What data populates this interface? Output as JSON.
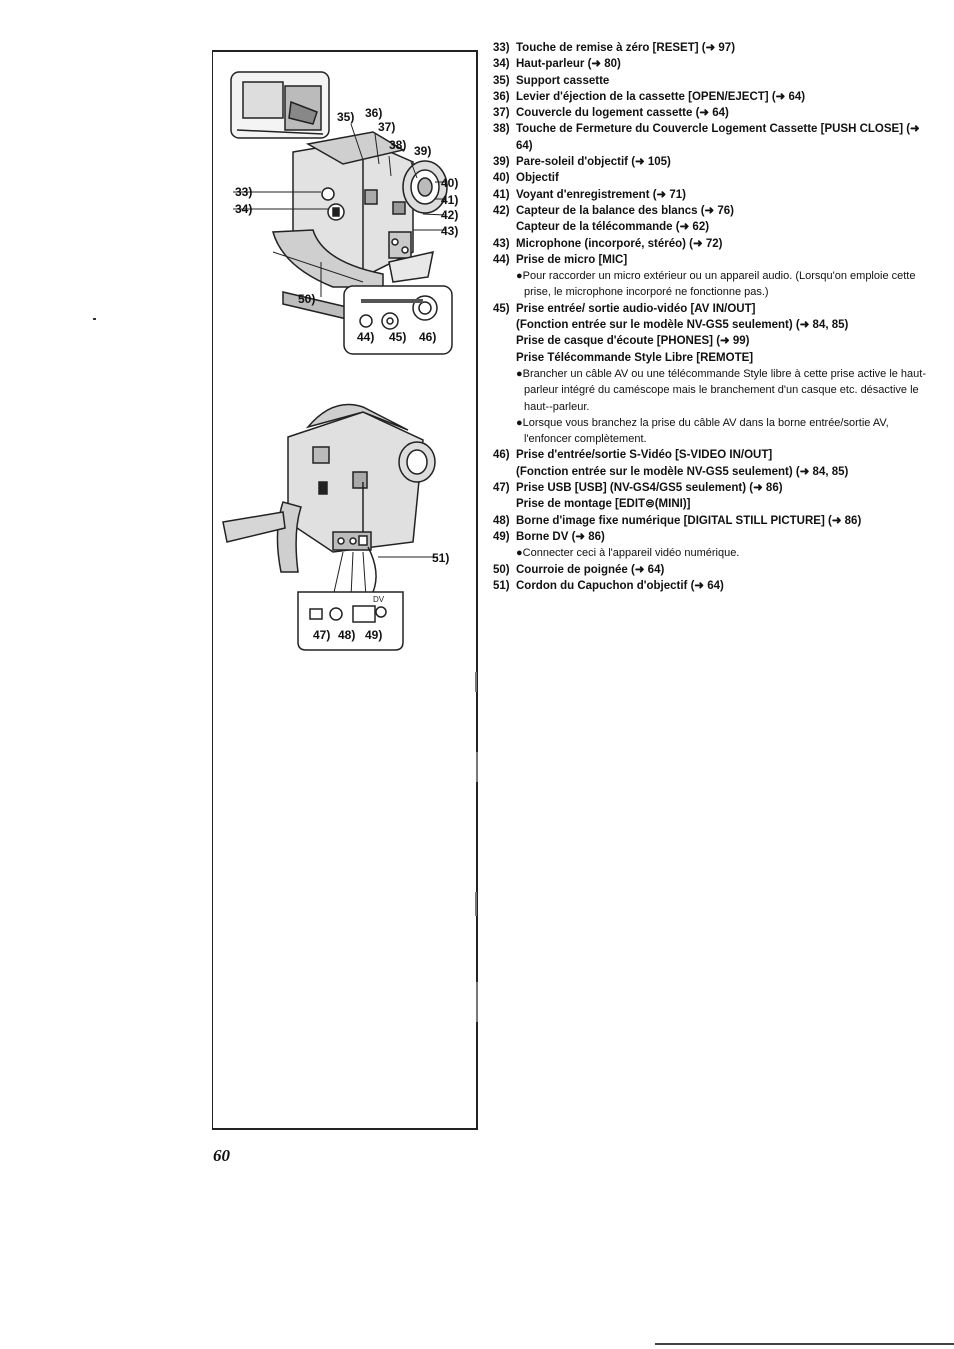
{
  "page_number": "60",
  "figure": {
    "callouts": [
      {
        "id": "c35",
        "label": "35)"
      },
      {
        "id": "c36",
        "label": "36)"
      },
      {
        "id": "c37",
        "label": "37)"
      },
      {
        "id": "c38",
        "label": "38)"
      },
      {
        "id": "c39",
        "label": "39)"
      },
      {
        "id": "c40",
        "label": "40)"
      },
      {
        "id": "c41",
        "label": "41)"
      },
      {
        "id": "c42",
        "label": "42)"
      },
      {
        "id": "c43",
        "label": "43)"
      },
      {
        "id": "c33",
        "label": "33)"
      },
      {
        "id": "c34",
        "label": "34)"
      },
      {
        "id": "c50",
        "label": "50)"
      },
      {
        "id": "c44",
        "label": "44)"
      },
      {
        "id": "c45",
        "label": "45)"
      },
      {
        "id": "c46",
        "label": "46)"
      },
      {
        "id": "c51",
        "label": "51)"
      },
      {
        "id": "c47",
        "label": "47)"
      },
      {
        "id": "c48",
        "label": "48)"
      },
      {
        "id": "c49",
        "label": "49)"
      }
    ],
    "jack_label_dv": "DV"
  },
  "items": [
    {
      "num": "33)",
      "lines": [
        "Touche de remise à zéro [RESET] (➜ 97)"
      ]
    },
    {
      "num": "34)",
      "lines": [
        "Haut-parleur (➜ 80)"
      ]
    },
    {
      "num": "35)",
      "lines": [
        "Support cassette"
      ]
    },
    {
      "num": "36)",
      "lines": [
        "Levier d'éjection de la cassette [OPEN/EJECT] (➜ 64)"
      ]
    },
    {
      "num": "37)",
      "lines": [
        "Couvercle du logement cassette (➜ 64)"
      ]
    },
    {
      "num": "38)",
      "lines": [
        "Touche de Fermeture du Couvercle Logement Cassette [PUSH CLOSE] (➜ 64)"
      ]
    },
    {
      "num": "39)",
      "lines": [
        "Pare-soleil d'objectif (➜ 105)"
      ]
    },
    {
      "num": "40)",
      "lines": [
        "Objectif"
      ]
    },
    {
      "num": "41)",
      "lines": [
        "Voyant d'enregistrement (➜ 71)"
      ]
    },
    {
      "num": "42)",
      "lines": [
        "Capteur de la balance des blancs (➜ 76)",
        "Capteur de la télécommande (➜ 62)"
      ]
    },
    {
      "num": "43)",
      "lines": [
        "Microphone (incorporé, stéréo) (➜ 72)"
      ]
    },
    {
      "num": "44)",
      "lines": [
        "Prise de micro [MIC]"
      ],
      "bullets": [
        "●Pour raccorder un micro extérieur ou un appareil audio. (Lorsqu'on emploie cette prise, le microphone incorporé ne fonctionne pas.)"
      ]
    },
    {
      "num": "45)",
      "lines": [
        "Prise entrée/ sortie audio-vidéo [AV IN/OUT]",
        "(Fonction entrée sur le modèle NV-GS5 seulement) (➜ 84, 85)",
        "Prise de casque d'écoute [PHONES] (➜ 99)",
        "Prise Télécommande Style Libre [REMOTE]"
      ],
      "bullets": [
        "●Brancher un câble AV ou une télécommande Style libre à cette prise active le haut-parleur intégré du caméscope mais le branchement d'un casque etc. désactive le haut--parleur.",
        "●Lorsque vous branchez la prise du câble AV dans la borne entrée/sortie AV, l'enfoncer complètement."
      ]
    },
    {
      "num": "46)",
      "lines": [
        "Prise d'entrée/sortie S-Vidéo [S-VIDEO IN/OUT]",
        "(Fonction entrée sur le modèle NV-GS5 seulement) (➜ 84, 85)"
      ]
    },
    {
      "num": "47)",
      "lines": [
        "Prise USB [USB] (NV-GS4/GS5 seulement) (➜ 86)",
        "Prise de montage [EDIT⊜(MINI)]"
      ]
    },
    {
      "num": "48)",
      "lines": [
        "Borne d'image fixe numérique [DIGITAL STILL PICTURE] (➜ 86)"
      ]
    },
    {
      "num": "49)",
      "lines": [
        "Borne DV (➜ 86)"
      ],
      "bullets": [
        "●Connecter ceci à l'appareil vidéo numérique."
      ]
    },
    {
      "num": "50)",
      "lines": [
        "Courroie de poignée (➜ 64)"
      ]
    },
    {
      "num": "51)",
      "lines": [
        "Cordon du Capuchon d'objectif (➜ 64)"
      ]
    }
  ]
}
